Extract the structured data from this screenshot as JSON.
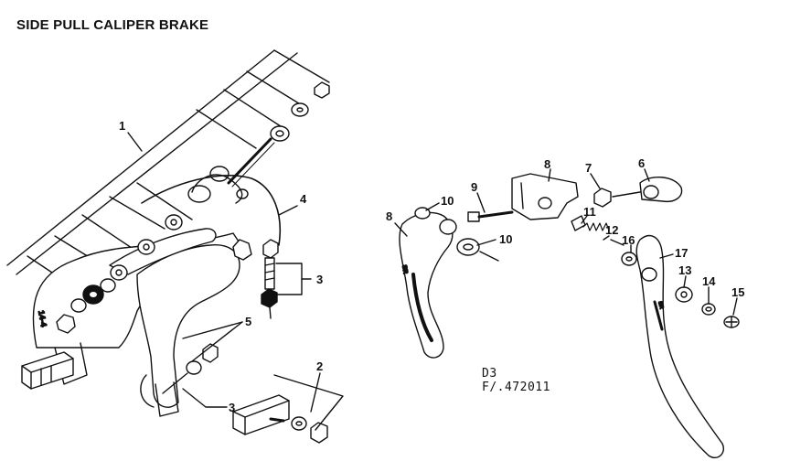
{
  "title": "SIDE PULL CALIPER BRAKE",
  "code_line1": "D3",
  "code_line2": "F/.472011",
  "callouts": [
    "1",
    "2",
    "3",
    "3",
    "4",
    "5",
    "6",
    "7",
    "8",
    "8",
    "9",
    "10",
    "10",
    "11",
    "12",
    "16",
    "17",
    "13",
    "14",
    "15"
  ],
  "ink_color": "#111111"
}
